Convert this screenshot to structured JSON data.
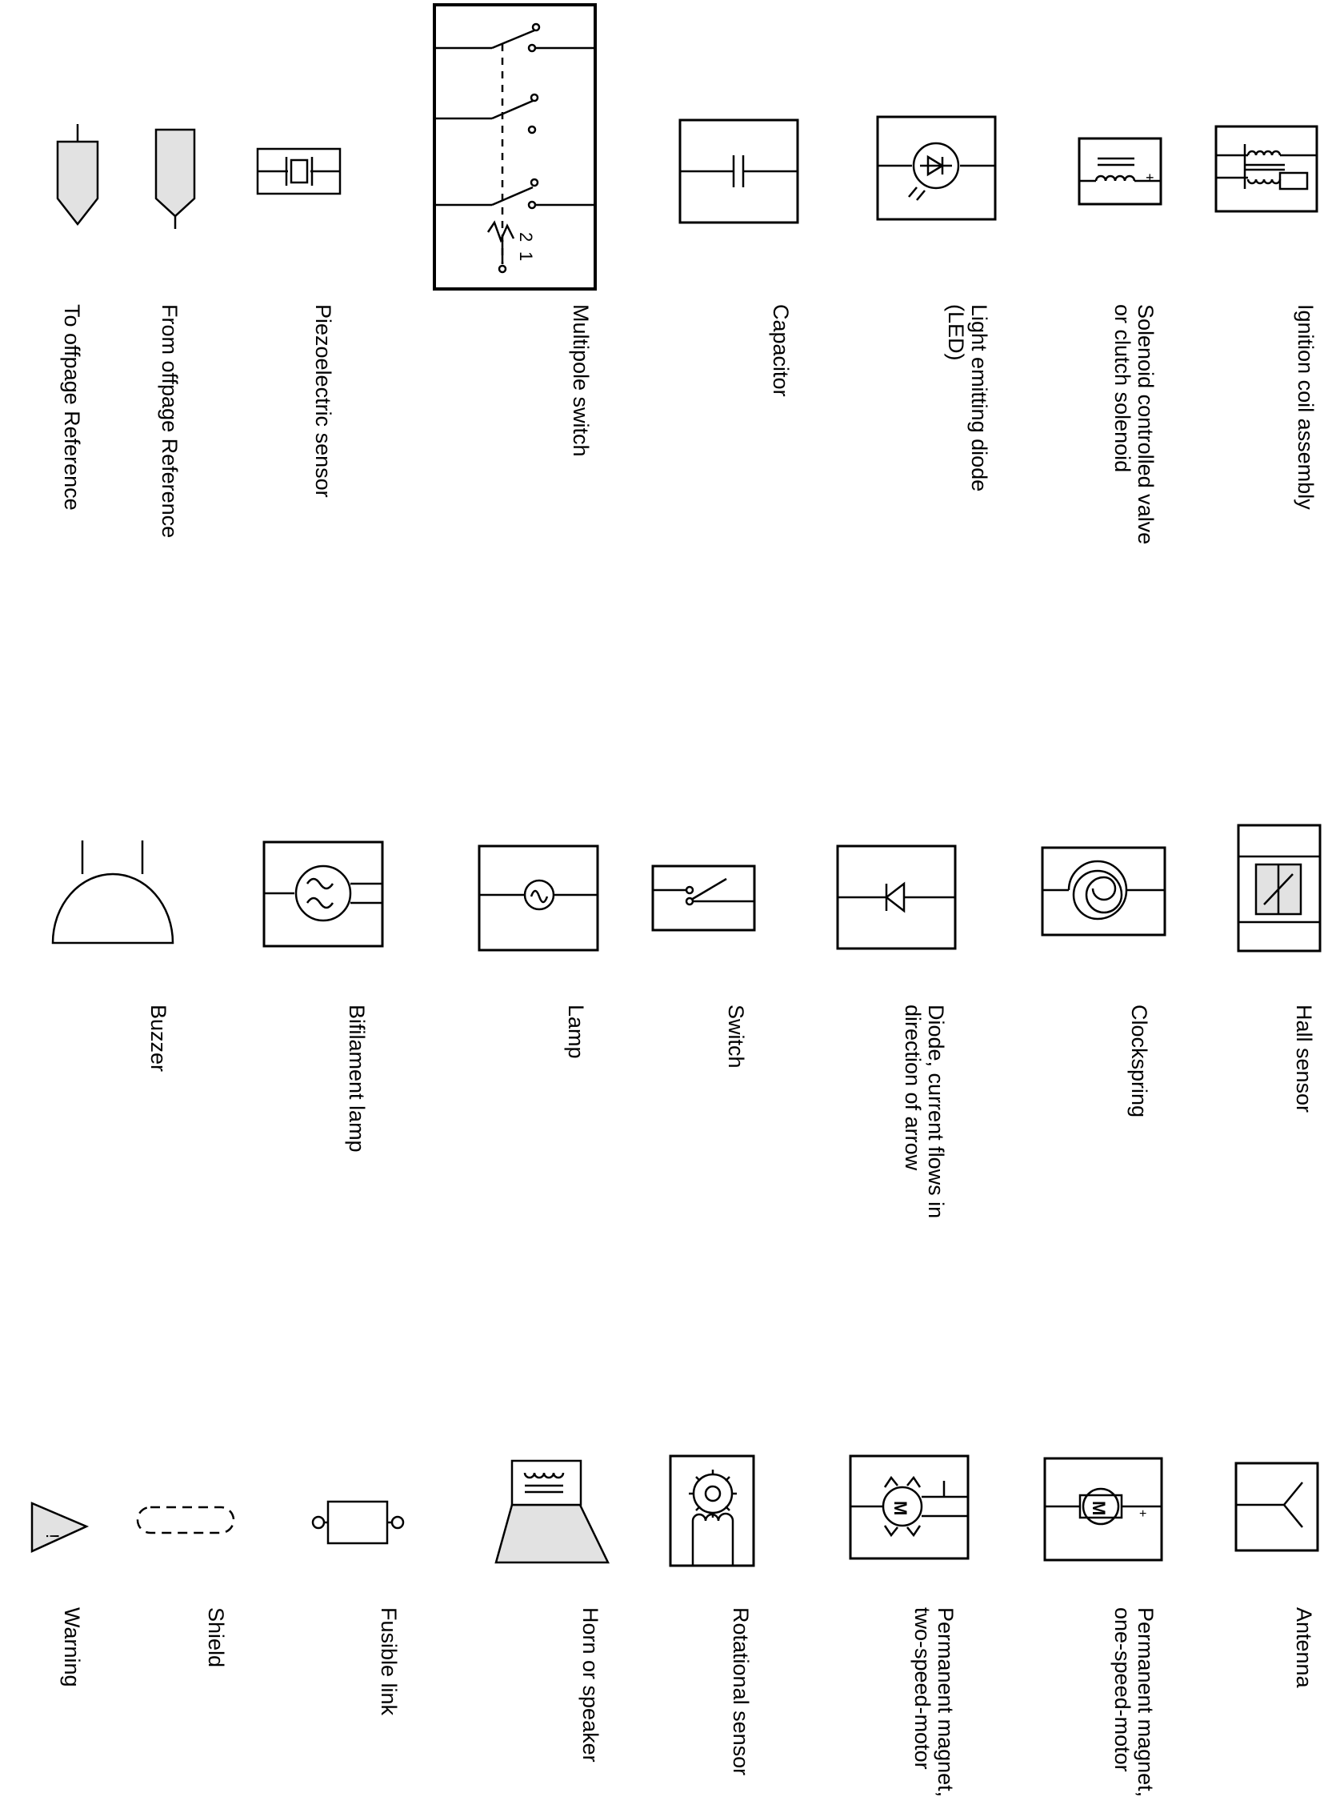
{
  "symbols": {
    "to_offpage_reference": "To offpage Reference",
    "from_offpage_reference": "From offpage Reference",
    "piezoelectric_sensor": "Piezoelectric sensor",
    "multipole_switch": "Multipole switch",
    "capacitor": "Capacitor",
    "led": [
      "Light emitting diode",
      "(LED)"
    ],
    "solenoid_valve": [
      "Solenoid controlled valve",
      "or clutch solenoid"
    ],
    "ignition_coil_assembly": "Ignition coil assembly",
    "buzzer": "Buzzer",
    "bifilament_lamp": "Bifilament lamp",
    "lamp": "Lamp",
    "switch": "Switch",
    "diode": [
      "Diode, current flows in",
      "direction of arrow"
    ],
    "clockspring": "Clockspring",
    "hall_sensor": "Hall sensor",
    "warning": "Warning",
    "shield": "Shield",
    "fusible_link": "Fusible link",
    "horn_or_speaker": "Horn or speaker",
    "rotational_sensor": "Rotational sensor",
    "pm_two_speed_motor": [
      "Permanent magnet,",
      "two-speed-motor"
    ],
    "pm_one_speed_motor": [
      "Permanent magnet,",
      "one-speed-motor"
    ],
    "antenna": "Antenna"
  },
  "glyphs": {
    "switch_position_1": "1",
    "switch_position_2": "2",
    "motor_letter": "M",
    "polarity_plus": "+",
    "warning_mark": "!"
  }
}
